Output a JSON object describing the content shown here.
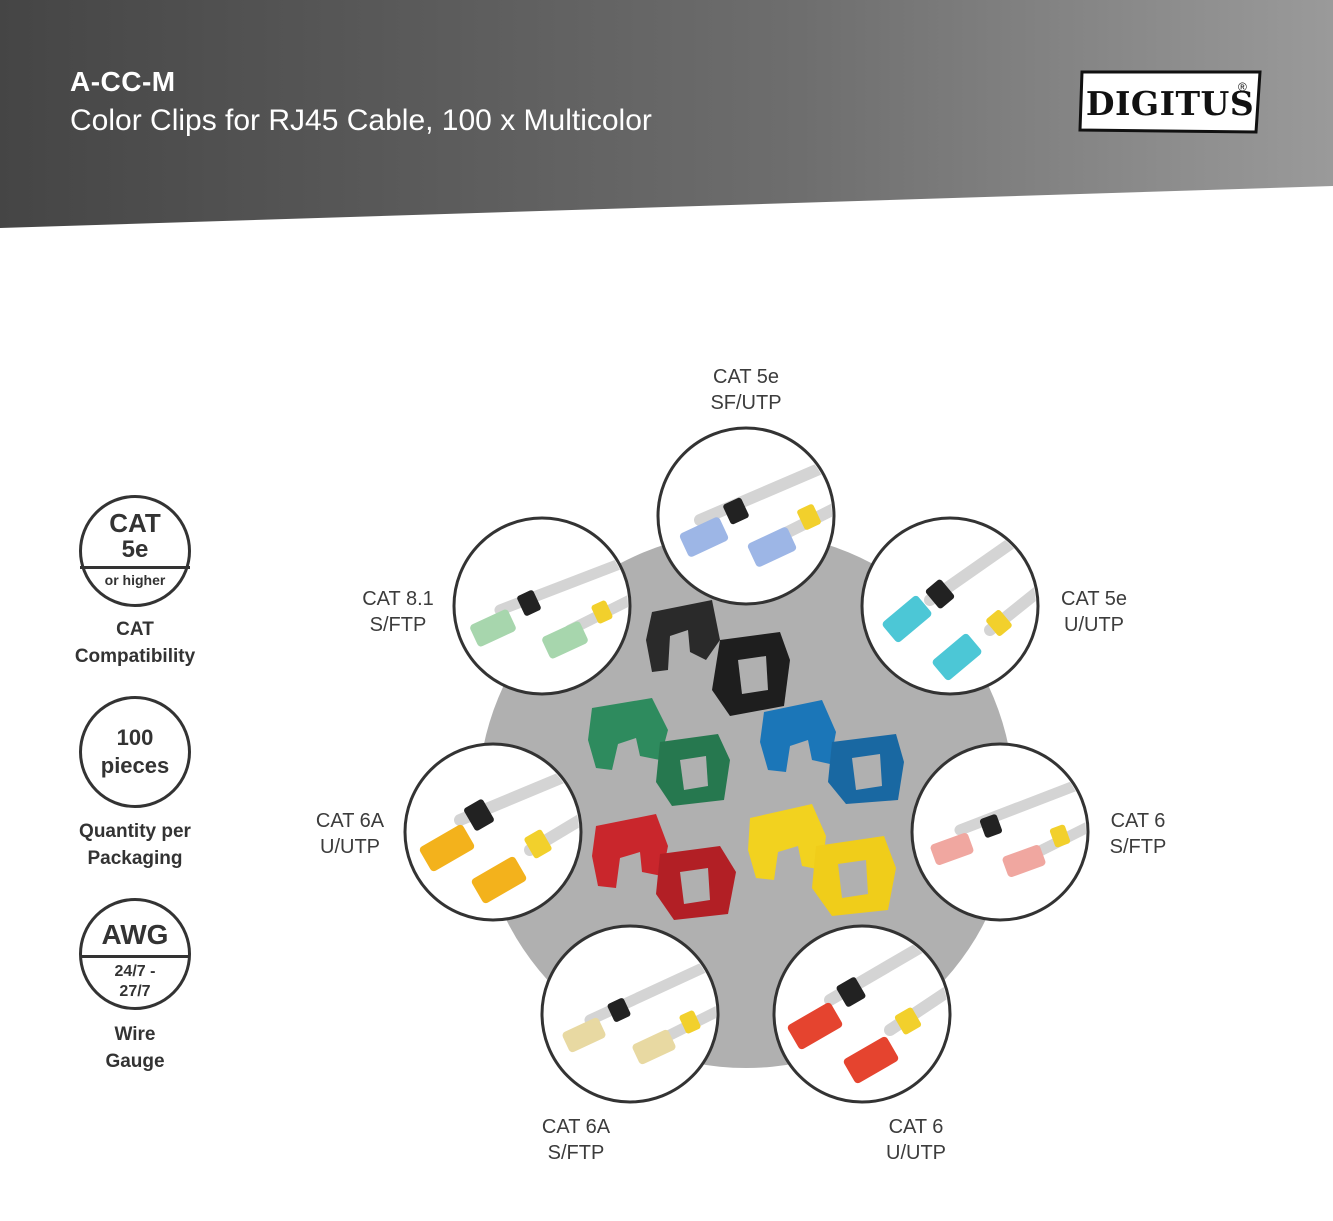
{
  "header": {
    "sku": "A-CC-M",
    "subtitle": "Color Clips for RJ45 Cable, 100 x Multicolor"
  },
  "logo": {
    "text": "DIGITUS",
    "reg": "®"
  },
  "features": [
    {
      "badge_top": "CAT",
      "badge_mid": "5e",
      "badge_bottom": "or higher",
      "label_line1": "CAT",
      "label_line2": "Compatibility"
    },
    {
      "badge_top": "100",
      "badge_mid": "pieces",
      "label_line1": "Quantity per",
      "label_line2": "Packaging"
    },
    {
      "badge_top": "AWG",
      "badge_mid": "24/7 -",
      "badge_bottom": "27/7",
      "label_line1": "Wire",
      "label_line2": "Gauge"
    }
  ],
  "cable_types": [
    {
      "cat": "CAT 5e",
      "shield": "SF/UTP",
      "plug_color": "#9db6e6",
      "clip_color": "#f2d02c"
    },
    {
      "cat": "CAT 5e",
      "shield": "U/UTP",
      "plug_color": "#4cc7d6",
      "clip_color": "#f2d02c"
    },
    {
      "cat": "CAT 6",
      "shield": "S/FTP",
      "plug_color": "#f0a7a0",
      "clip_color": "#f2d02c"
    },
    {
      "cat": "CAT 6",
      "shield": "U/UTP",
      "plug_color": "#e5442f",
      "clip_color": "#f2d02c"
    },
    {
      "cat": "CAT 6A",
      "shield": "S/FTP",
      "plug_color": "#e8d9a2",
      "clip_color": "#f2d02c"
    },
    {
      "cat": "CAT 6A",
      "shield": "U/UTP",
      "plug_color": "#f3b21c",
      "clip_color": "#f2d02c"
    },
    {
      "cat": "CAT 8.1",
      "shield": "S/FTP",
      "plug_color": "#a7d6ad",
      "clip_color": "#f2d02c"
    }
  ],
  "clip_colors": [
    "#2a2a2a",
    "#2e8b5e",
    "#1b76b8",
    "#c9262c",
    "#f2d21f"
  ],
  "colors": {
    "header_dark": "#4a4a4a",
    "header_light": "#8e8e8e",
    "hub": "#b0b0b0",
    "ring": "#333333"
  }
}
